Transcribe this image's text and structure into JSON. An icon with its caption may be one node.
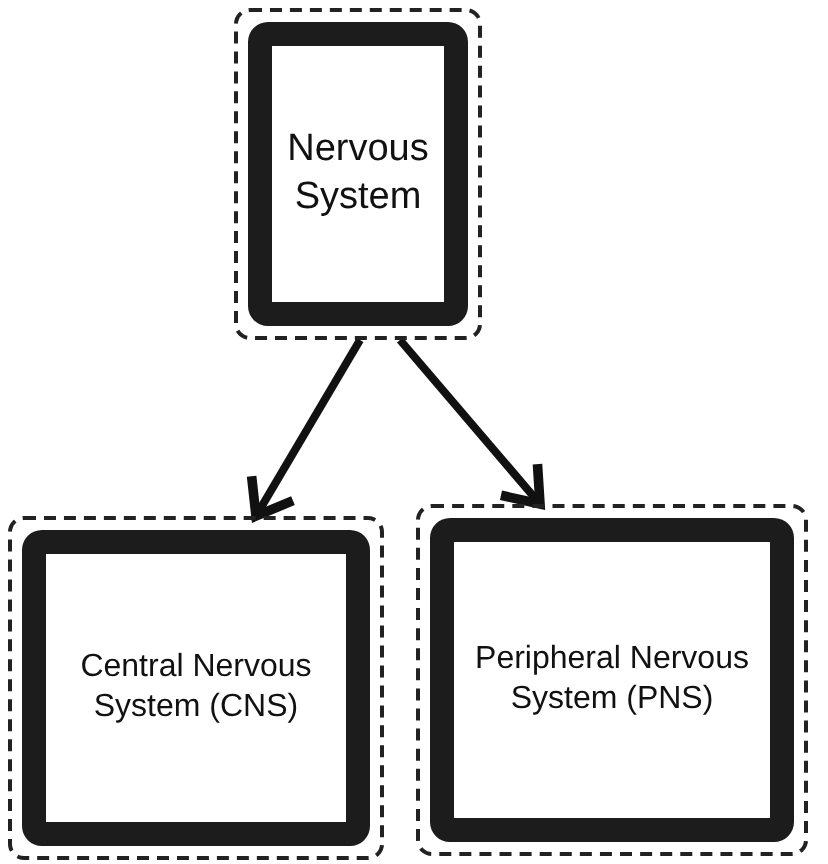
{
  "diagram": {
    "nodes": [
      {
        "text": [
          "Nervous System"
        ]
      },
      {
        "text": [
          "Central Nervous System (CNS)"
        ]
      },
      {
        "text": [
          "Peripheral Nervous System (PNS)"
        ]
      }
    ],
    "edges": [
      {
        "from": 0,
        "to": 1,
        "arrow": "to"
      },
      {
        "from": 0,
        "to": 2,
        "arrow": "to"
      }
    ]
  }
}
